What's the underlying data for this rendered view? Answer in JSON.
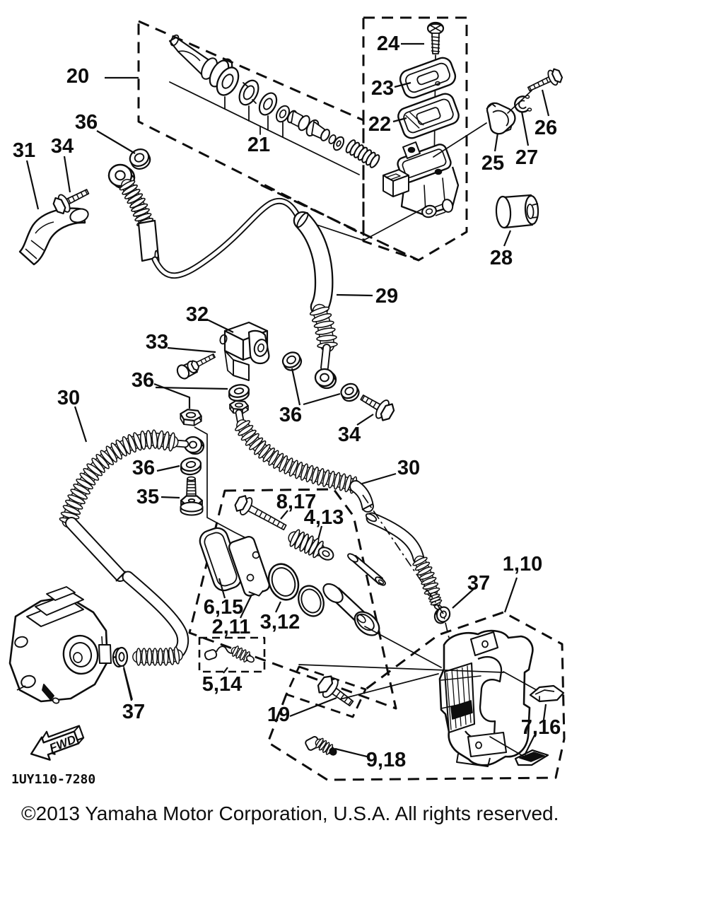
{
  "page": {
    "background": "#ffffff",
    "ink": "#0d0d0d"
  },
  "fwd_marker": {
    "text": "FWD"
  },
  "footer": {
    "drawing_code": "1UY110-7280",
    "copyright": "©2013 Yamaha Motor Corporation, U.S.A. All rights reserved."
  },
  "callouts": [
    {
      "label": "20"
    },
    {
      "label": "36"
    },
    {
      "label": "31"
    },
    {
      "label": "34"
    },
    {
      "label": "21"
    },
    {
      "label": "24"
    },
    {
      "label": "23"
    },
    {
      "label": "22"
    },
    {
      "label": "25"
    },
    {
      "label": "26"
    },
    {
      "label": "27"
    },
    {
      "label": "28"
    },
    {
      "label": "29"
    },
    {
      "label": "32"
    },
    {
      "label": "33"
    },
    {
      "label": "36"
    },
    {
      "label": "30"
    },
    {
      "label": "36"
    },
    {
      "label": "35"
    },
    {
      "label": "36"
    },
    {
      "label": "34"
    },
    {
      "label": "30"
    },
    {
      "label": "8,17"
    },
    {
      "label": "4,13"
    },
    {
      "label": "6,15"
    },
    {
      "label": "2,11"
    },
    {
      "label": "3,12"
    },
    {
      "label": "5,14"
    },
    {
      "label": "19"
    },
    {
      "label": "9,18"
    },
    {
      "label": "37"
    },
    {
      "label": "37"
    },
    {
      "label": "1,10"
    },
    {
      "label": "7,16"
    }
  ]
}
